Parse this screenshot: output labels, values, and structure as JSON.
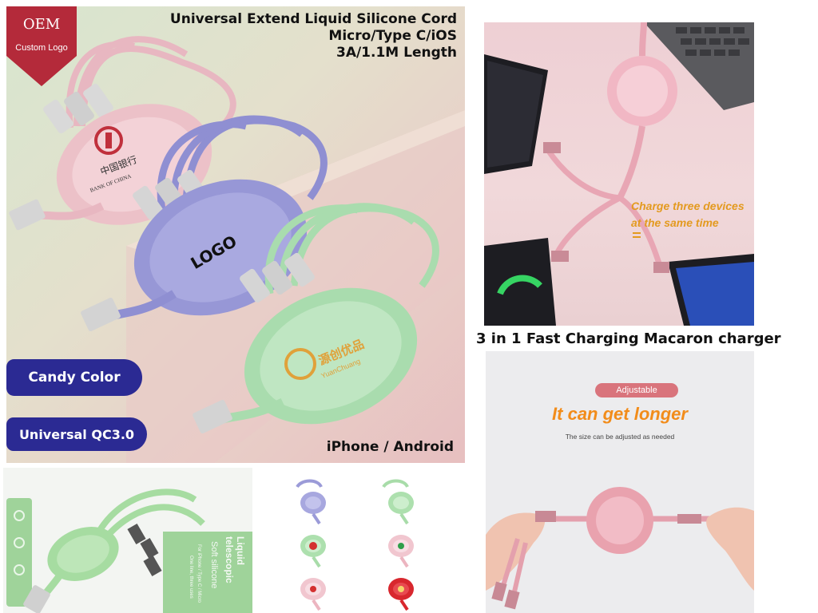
{
  "main": {
    "oem_title": "OEM",
    "oem_subtitle": "Custom Logo",
    "headline": [
      "Universal Extend Liquid Silicone Cord",
      "Micro/Type C/iOS",
      "3A/1.1M Length"
    ],
    "logo_text": "LOGO",
    "badge_candy": "Candy Color",
    "badge_qc": "Universal QC3.0",
    "platforms": "iPhone / Android",
    "bank_name": "BANK OF CHINA",
    "bank_glyphs": "中国银行",
    "brand_cn": "源创优品",
    "brand_en": "YuanChuang"
  },
  "charging": {
    "line1": "Charge three devices",
    "line2": "at the same time"
  },
  "caption": "3 in 1 Fast Charging Macaron charger",
  "adjust": {
    "badge": "Adjustable",
    "title": "It can get longer",
    "subtitle": "The size can be adjusted as needed"
  },
  "package": {
    "title": "Liquid telescopic",
    "subtitle": "Soft silicone",
    "small": "For iPhone / Type C / Micro",
    "small2": "One line, three uses"
  },
  "colors": {
    "ribbon": "#b42a3a",
    "badge_blue": "#2b2a93",
    "accent_orange": "#f28c1a",
    "cable_pink": "#e8b7c1",
    "cable_purple": "#8f8fd2",
    "cable_green": "#a9dcae"
  }
}
